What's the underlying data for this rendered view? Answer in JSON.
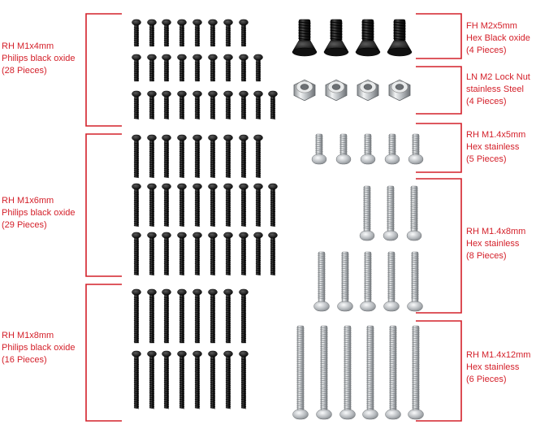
{
  "colors": {
    "accent": "#d4202a",
    "black_oxide": "#1b1b1b",
    "stainless": "#b8bcc0"
  },
  "left_groups": [
    {
      "line1": "RH M1x4mm",
      "line2": "Philips black oxide",
      "line3": "(28 Pieces)",
      "count": 28,
      "finish": "black-oxide",
      "size": "M1x4mm"
    },
    {
      "line1": "RH M1x6mm",
      "line2": "Philips black oxide",
      "line3": "(29 Pieces)",
      "count": 29,
      "finish": "black-oxide",
      "size": "M1x6mm"
    },
    {
      "line1": "RH M1x8mm",
      "line2": "Philips black oxide",
      "line3": "(16 Pieces)",
      "count": 16,
      "finish": "black-oxide",
      "size": "M1x8mm"
    }
  ],
  "right_groups": [
    {
      "line1": "FH M2x5mm",
      "line2": "Hex Black oxide",
      "line3": "(4 Pieces)",
      "count": 4,
      "finish": "black-oxide",
      "size": "M2x5mm"
    },
    {
      "line1": "LN M2 Lock Nut",
      "line2": "stainless Steel",
      "line3": "(4 Pieces)",
      "count": 4,
      "finish": "stainless",
      "size": "M2"
    },
    {
      "line1": "RH M1.4x5mm",
      "line2": "Hex stainless",
      "line3": "(5 Pieces)",
      "count": 5,
      "finish": "stainless",
      "size": "M1.4x5mm"
    },
    {
      "line1": "RH M1.4x8mm",
      "line2": "Hex stainless",
      "line3": "(8 Pieces)",
      "count": 8,
      "finish": "stainless",
      "size": "M1.4x8mm"
    },
    {
      "line1": "RH M1.4x12mm",
      "line2": "Hex stainless",
      "line3": "(6 Pieces)",
      "count": 6,
      "finish": "stainless",
      "size": "M1.4x12mm"
    }
  ]
}
